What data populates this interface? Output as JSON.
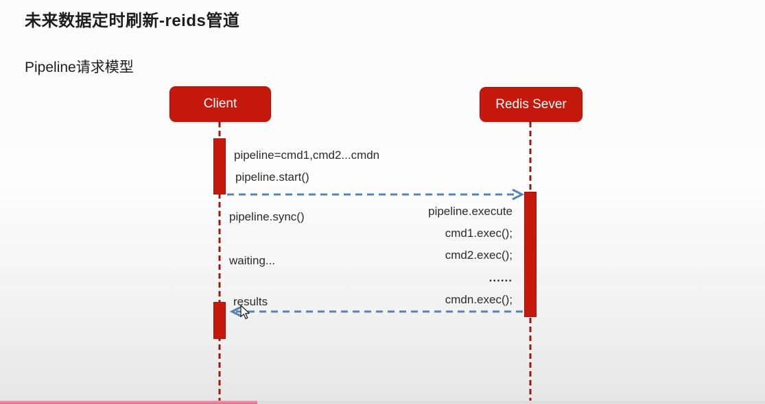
{
  "page": {
    "title": "未来数据定时刷新-reids管道",
    "subtitle": "Pipeline请求模型"
  },
  "diagram": {
    "type": "sequence-diagram",
    "actors": [
      {
        "id": "client",
        "label": "Client"
      },
      {
        "id": "redis",
        "label": "Redis Sever"
      }
    ],
    "client_messages": [
      {
        "label": "pipeline=cmd1,cmd2...cmdn"
      },
      {
        "label": "pipeline.start()"
      },
      {
        "label": "pipeline.sync()"
      },
      {
        "label": "waiting..."
      },
      {
        "label": "results"
      }
    ],
    "server_messages": [
      {
        "label": "pipeline.execute"
      },
      {
        "label": "cmd1.exec();"
      },
      {
        "label": "cmd2.exec();"
      },
      {
        "label": "......"
      },
      {
        "label": "cmdn.exec();"
      }
    ],
    "arrows": [
      {
        "from": "client",
        "to": "redis",
        "style": "dashed"
      },
      {
        "from": "redis",
        "to": "client",
        "style": "dashed"
      }
    ]
  },
  "theme": {
    "actor_red": "#c6190d",
    "lifeline_red": "#9a1b0d",
    "arrow_blue": "#5584b4",
    "text_color": "#262626",
    "progress_pink": "#ee84a2"
  },
  "progress": {
    "percent": 33.6
  }
}
